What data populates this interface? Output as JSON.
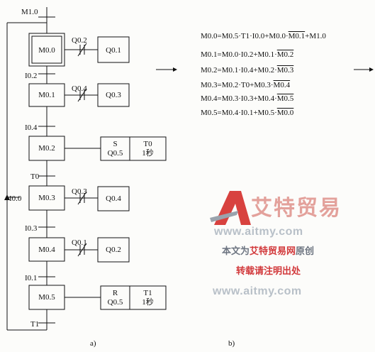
{
  "diagram": {
    "top_label": "M1.0",
    "steps": [
      {
        "name": "M0.0",
        "contact": "Q0.2",
        "output": "Q0.1"
      },
      {
        "name": "M0.1",
        "contact": "Q0.4",
        "output": "Q0.3"
      },
      {
        "name": "M0.2",
        "set_label": "S",
        "set_output": "Q0.5",
        "timer": "T0",
        "timer_value": "1秒"
      },
      {
        "name": "M0.3",
        "contact": "Q0.3",
        "output": "Q0.4"
      },
      {
        "name": "M0.4",
        "contact": "Q0.1",
        "output": "Q0.2"
      },
      {
        "name": "M0.5",
        "reset_label": "R",
        "reset_output": "Q0.5",
        "timer": "T1",
        "timer_value": "1秒"
      }
    ],
    "transitions": [
      "I0.2",
      "I0.4",
      "T0",
      "I0.3",
      "I0.1",
      "T1"
    ],
    "loop_label": "I0.0",
    "caption_a": "a)",
    "caption_b": "b)"
  },
  "equations": [
    {
      "before": "M0.0=M0.5·T1·I0.0+M0.0·",
      "bar": "M0.1",
      "after": "+M1.0"
    },
    {
      "before": "M0.1=M0.0·I0.2+M0.1·",
      "bar": "M0.2",
      "after": ""
    },
    {
      "before": "M0.2=M0.1·I0.4+M0.2·",
      "bar": "M0.3",
      "after": ""
    },
    {
      "before": "M0.3=M0.2·T0+M0.3·",
      "bar": "M0.4",
      "after": ""
    },
    {
      "before": "M0.4=M0.3·I0.3+M0.4·",
      "bar": "M0.5",
      "after": ""
    },
    {
      "before": "M0.5=M0.4·I0.1+M0.5·",
      "bar": "M0.0",
      "after": ""
    }
  ],
  "watermark": {
    "title": "艾特贸易",
    "url": "www.aitmy.com",
    "line1_a": "本文为",
    "line1_b": "艾特贸易网",
    "line1_c": "原创",
    "line2": "转载请注明出处"
  },
  "colors": {
    "watermark_red": "#d2393b",
    "watermark_pink": "#e3a19b",
    "watermark_gray": "#b8c0c8"
  }
}
